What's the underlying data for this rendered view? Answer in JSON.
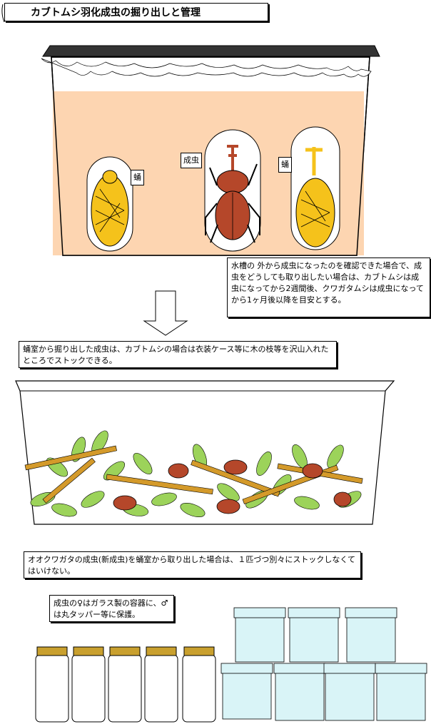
{
  "title": "カブトムシ羽化成虫の掘り出しと管理",
  "tank_labels": {
    "left_pupa": "蛹",
    "adult": "成虫",
    "right_pupa": "蛹"
  },
  "notes": {
    "emergence": "水槽の 外から成虫になったのを確認できた場合で、成虫をどうしても取り出したい場合は、カブトムシは成虫になってから2週間後、クワガタムシは成虫になってから1ヶ月後以降を目安とする。",
    "storage": "蛹室から掘り出した成虫は、カブトムシの場合は衣装ケース等に木の枝等を沢山入れたところでストックできる。",
    "stag": "オオクワガタの成虫(新成虫)を蛹室から取り出した場合は、１匹づつ別々にストックしなくてはいけない。",
    "containers": "成虫の♀はガラス製の容器に、♂は丸タッパー等に保護。"
  },
  "colors": {
    "soil": "#fdd5b1",
    "pupa": "#f5c21b",
    "beetle": "#b5472a",
    "leaf": "#9cd35a",
    "branch": "#d49a2a",
    "jar_lid": "#c9a02e",
    "tupper": "#d9f4f7"
  }
}
